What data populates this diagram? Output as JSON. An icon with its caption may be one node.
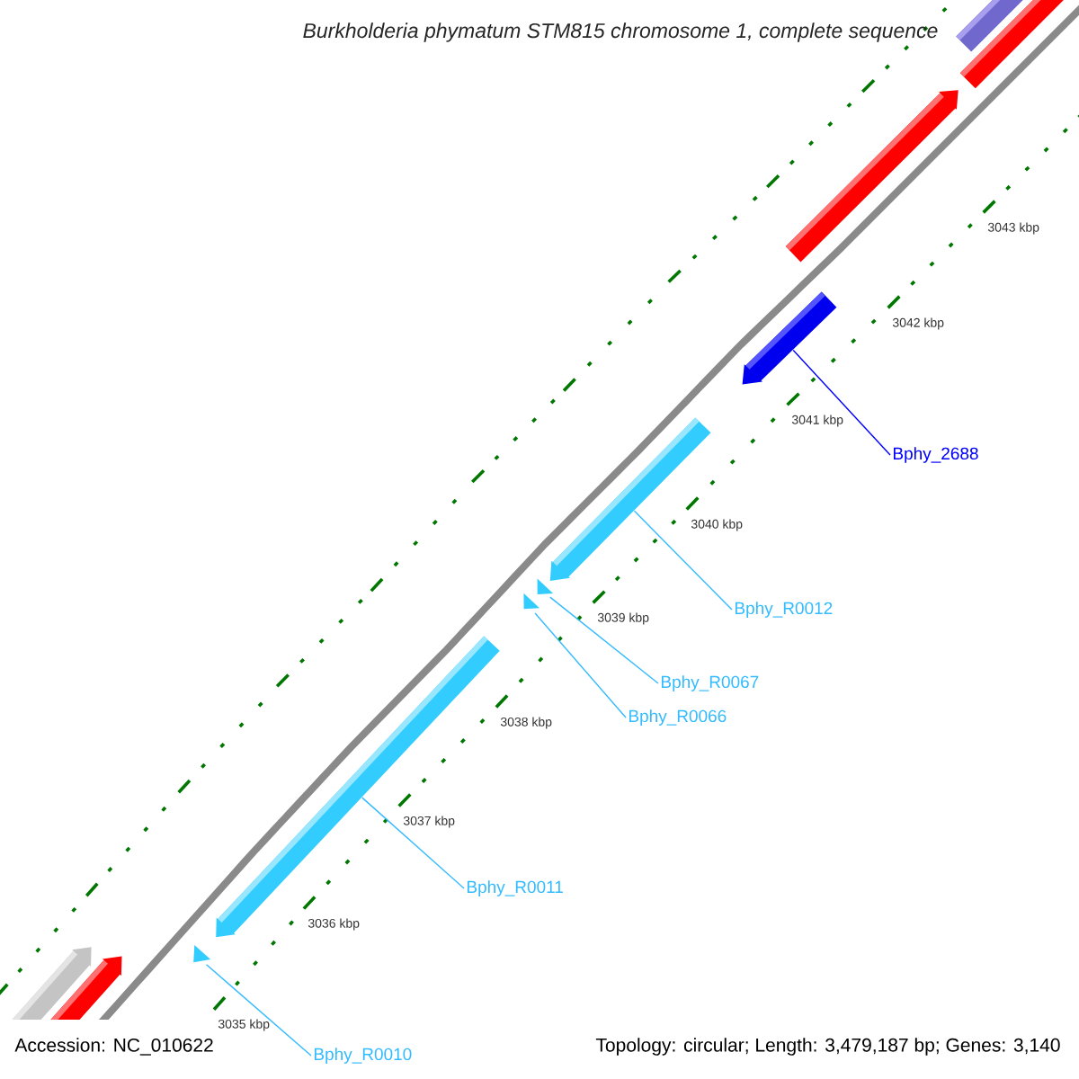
{
  "diagram": {
    "title": "Burkholderia phymatum STM815 chromosome 1, complete sequence",
    "nodes": [
      {
        "text": [],
        "shape": "arrow"
      },
      {
        "text": [],
        "shape": "arrow"
      },
      {
        "text": [],
        "shape": "arrow"
      },
      {
        "text": [],
        "shape": "arrow"
      },
      {
        "text": [],
        "shape": "arrow"
      },
      {
        "text": [],
        "shape": "arrow"
      },
      {
        "text": [],
        "shape": "arrow"
      },
      {
        "text": [],
        "shape": "arrow"
      },
      {
        "text": [],
        "shape": "arrow"
      },
      {
        "text": [],
        "shape": "arrow"
      },
      {
        "text": [],
        "shape": "arrow"
      },
      {
        "text": [
          "Bphy_2688"
        ]
      },
      {
        "text": [
          "Bphy_R0012"
        ]
      },
      {
        "text": [
          "Bphy_R0067"
        ]
      },
      {
        "text": [
          "Bphy_R0066"
        ]
      },
      {
        "text": [
          "Bphy_R0011"
        ]
      },
      {
        "text": [
          "Bphy_R0010"
        ]
      }
    ],
    "edges": [
      {
        "from": 11,
        "to": 3,
        "arrow": "none",
        "color": "#0000ff"
      },
      {
        "from": 12,
        "to": 4,
        "arrow": "none"
      },
      {
        "from": 13,
        "to": 5,
        "arrow": "none"
      },
      {
        "from": 14,
        "to": 6,
        "arrow": "none"
      },
      {
        "from": 15,
        "to": 7,
        "arrow": "none"
      },
      {
        "from": 16,
        "to": 8,
        "arrow": "none"
      }
    ],
    "labels": [
      "3035 kbp",
      "3036 kbp",
      "3037 kbp",
      "3038 kbp",
      "3039 kbp",
      "3040 kbp",
      "3041 kbp",
      "3042 kbp",
      "3043 kbp",
      "Accession: NC_010622",
      "Topology: circular; Length: 3,479,187 bp; Genes: 3,140"
    ]
  }
}
